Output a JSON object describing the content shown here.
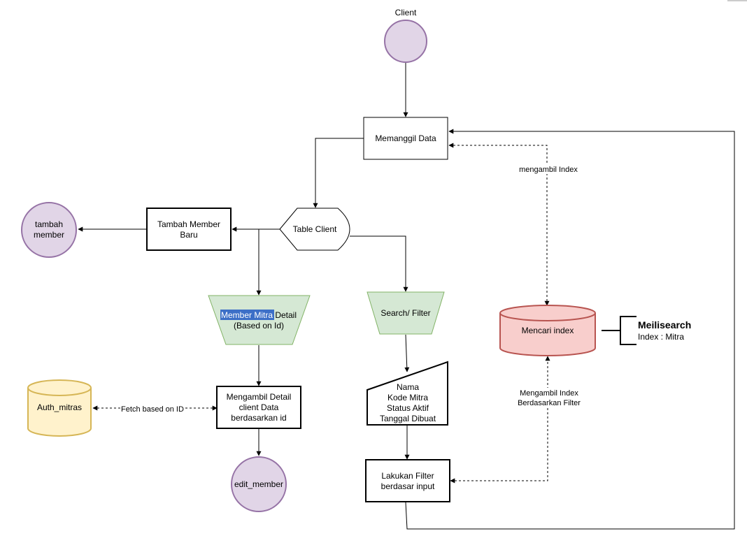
{
  "nodes": {
    "client": {
      "label": "Client"
    },
    "memanggil_data": {
      "label": "Memanggil Data"
    },
    "table_client": {
      "label": "Table Client"
    },
    "tambah_member_baru": {
      "lines": [
        "Tambah Member",
        "Baru"
      ]
    },
    "tambah_member": {
      "lines": [
        "tambah",
        "member"
      ]
    },
    "member_mitra_detail": {
      "highlight": "Member Mitra",
      "rest": " Detail",
      "line2": "(Based on Id)"
    },
    "search_filter": {
      "label": "Search/ Filter"
    },
    "filter_fields": {
      "lines": [
        "Nama",
        "Kode Mitra",
        "Status Aktif",
        "Tanggal Dibuat"
      ]
    },
    "lakukan_filter": {
      "lines": [
        "Lakukan Filter",
        "berdasar input"
      ]
    },
    "mencari_index": {
      "label": "Mencari index"
    },
    "meilisearch": {
      "title": "Meilisearch",
      "subtitle": "Index : Mitra"
    },
    "auth_mitras": {
      "label": "Auth_mitras"
    },
    "mengambil_detail": {
      "lines": [
        "Mengambil Detail",
        "client Data",
        "berdasarkan id"
      ]
    },
    "edit_member": {
      "label": "edit_member"
    }
  },
  "edges": {
    "mengambil_index": "mengambil Index",
    "mengambil_index_filter": [
      "Mengambil Index",
      "Berdasarkan Filter"
    ],
    "fetch_based_on_id": "Fetch based on ID"
  },
  "colors": {
    "circle_fill": "#e1d5e7",
    "circle_stroke": "#9673a6",
    "green_fill": "#d5e8d4",
    "green_stroke": "#82b366",
    "red_fill": "#f8cecc",
    "red_stroke": "#b85450",
    "yellow_fill": "#fff2cc",
    "yellow_stroke": "#d6b656",
    "highlight_bg": "#3c6fc7"
  }
}
